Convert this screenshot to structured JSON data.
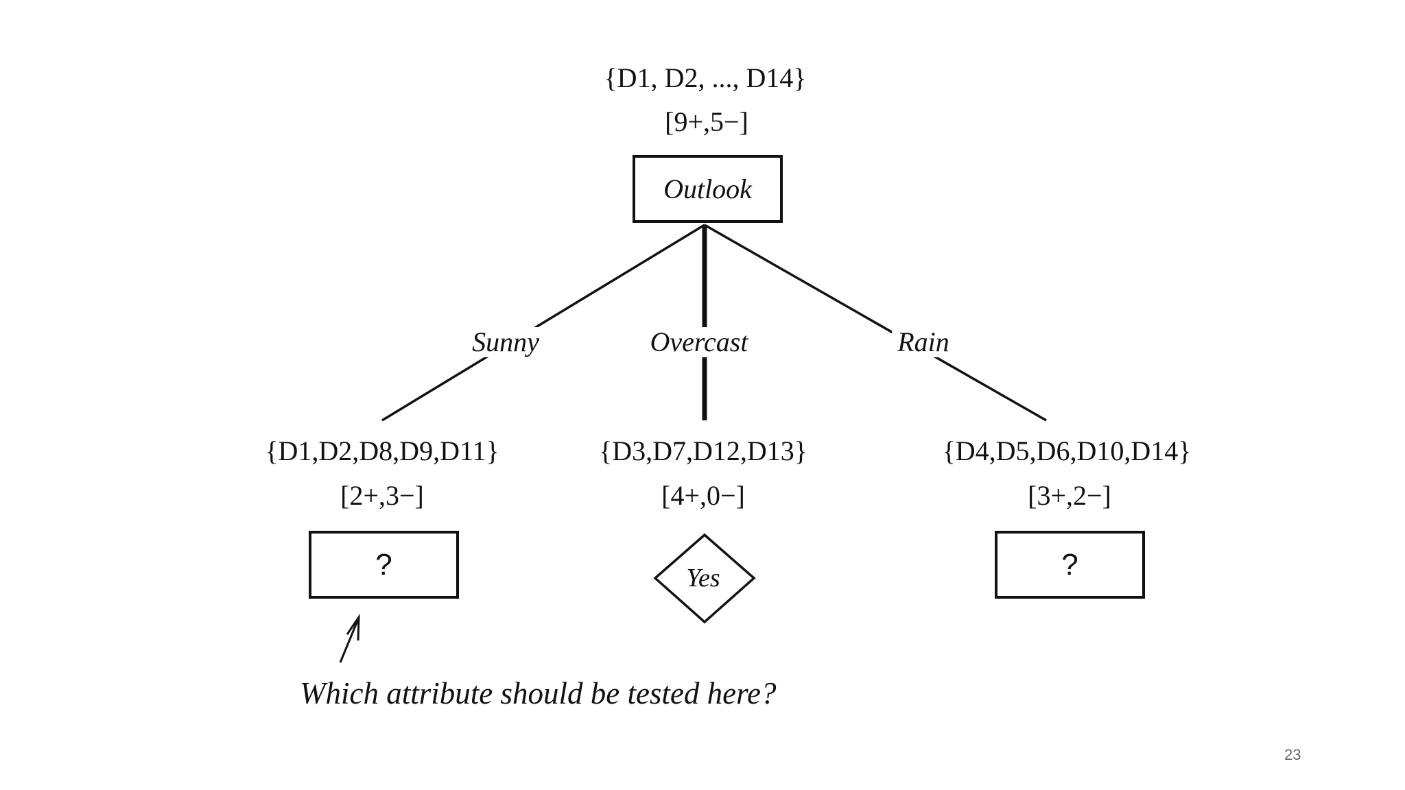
{
  "root": {
    "set": "{D1, D2, ..., D14}",
    "counts": "[9+,5−]",
    "attribute": "Outlook"
  },
  "branches": [
    {
      "label": "Sunny",
      "set": "{D1,D2,D8,D9,D11}",
      "counts": "[2+,3−]",
      "node": "?"
    },
    {
      "label": "Overcast",
      "set": "{D3,D7,D12,D13}",
      "counts": "[4+,0−]",
      "node": "Yes"
    },
    {
      "label": "Rain",
      "set": "{D4,D5,D6,D10,D14}",
      "counts": "[3+,2−]",
      "node": "?"
    }
  ],
  "annotation": "Which attribute should be tested here?",
  "page_number": "23"
}
